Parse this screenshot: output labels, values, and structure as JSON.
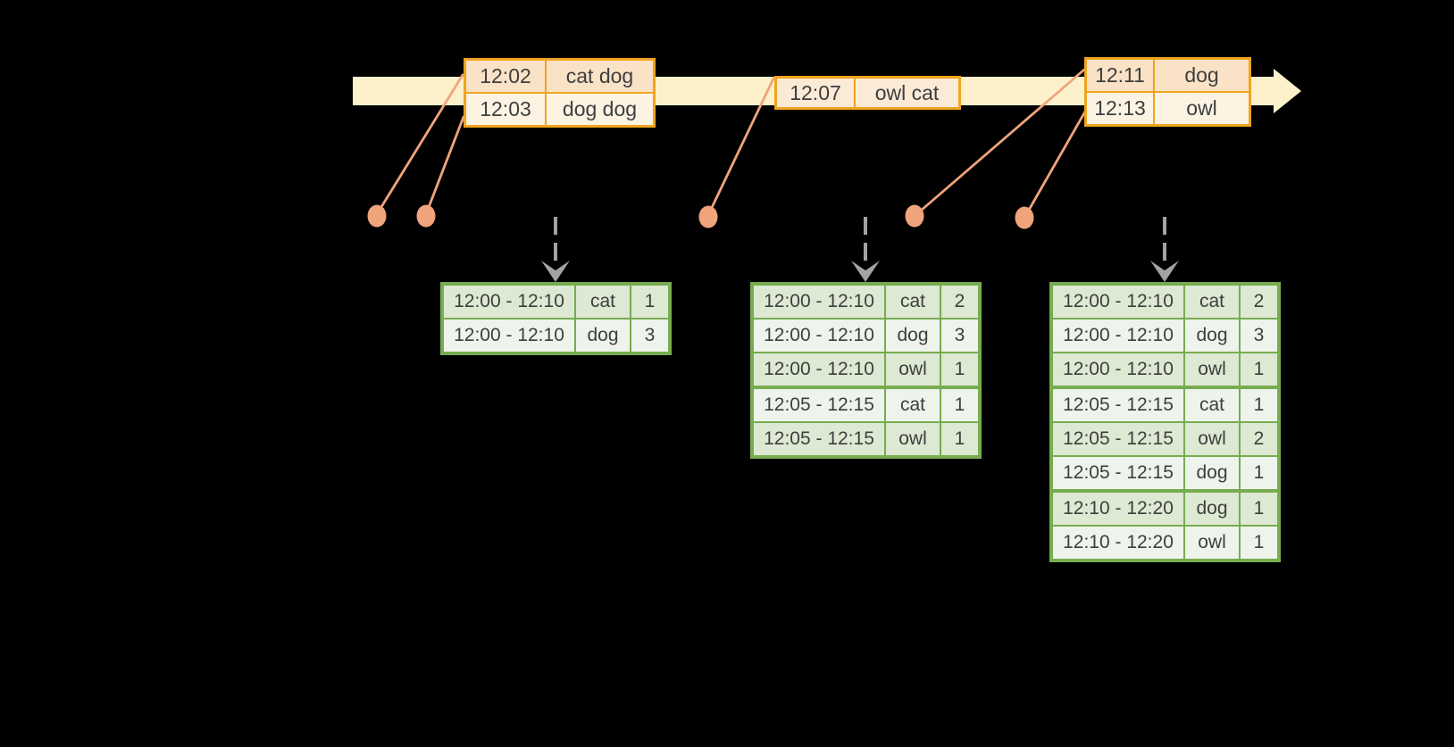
{
  "colors": {
    "background": "#000000",
    "timeline_fill": "#FCF1CB",
    "event_border": "#F0A41E",
    "event_row_dark": "#F9E2C5",
    "event_row_light": "#FDF3E3",
    "event_row_mid": "#FAEAD6",
    "marker": "#F0A47C",
    "trigger": "#A3A3A3",
    "result_border": "#77AC51",
    "result_row_dark": "#DDE9D2",
    "result_row_light": "#EEF3EB",
    "text": "#3E3E3E"
  },
  "event_tables": [
    {
      "rows": [
        {
          "time": "12:02",
          "words": "cat dog"
        },
        {
          "time": "12:03",
          "words": "dog dog"
        }
      ],
      "row_tones": [
        "dark",
        "light"
      ]
    },
    {
      "rows": [
        {
          "time": "12:07",
          "words": "owl cat"
        }
      ],
      "row_tones": [
        "mid"
      ]
    },
    {
      "rows": [
        {
          "time": "12:11",
          "words": "dog"
        },
        {
          "time": "12:13",
          "words": "owl"
        }
      ],
      "row_tones": [
        "dark",
        "light"
      ]
    }
  ],
  "result_tables": [
    {
      "rows": [
        {
          "window": "12:00 - 12:10",
          "word": "cat",
          "count": 1
        },
        {
          "window": "12:00 - 12:10",
          "word": "dog",
          "count": 3
        }
      ],
      "group_starts": []
    },
    {
      "rows": [
        {
          "window": "12:00 - 12:10",
          "word": "cat",
          "count": 2
        },
        {
          "window": "12:00 - 12:10",
          "word": "dog",
          "count": 3
        },
        {
          "window": "12:00 - 12:10",
          "word": "owl",
          "count": 1
        },
        {
          "window": "12:05 - 12:15",
          "word": "cat",
          "count": 1
        },
        {
          "window": "12:05 - 12:15",
          "word": "owl",
          "count": 1
        }
      ],
      "group_starts": [
        3
      ]
    },
    {
      "rows": [
        {
          "window": "12:00 - 12:10",
          "word": "cat",
          "count": 2
        },
        {
          "window": "12:00 - 12:10",
          "word": "dog",
          "count": 3
        },
        {
          "window": "12:00 - 12:10",
          "word": "owl",
          "count": 1
        },
        {
          "window": "12:05 - 12:15",
          "word": "cat",
          "count": 1
        },
        {
          "window": "12:05 - 12:15",
          "word": "owl",
          "count": 2
        },
        {
          "window": "12:05 - 12:15",
          "word": "dog",
          "count": 1
        },
        {
          "window": "12:10 - 12:20",
          "word": "dog",
          "count": 1
        },
        {
          "window": "12:10 - 12:20",
          "word": "owl",
          "count": 1
        }
      ],
      "group_starts": [
        3,
        6
      ]
    }
  ]
}
